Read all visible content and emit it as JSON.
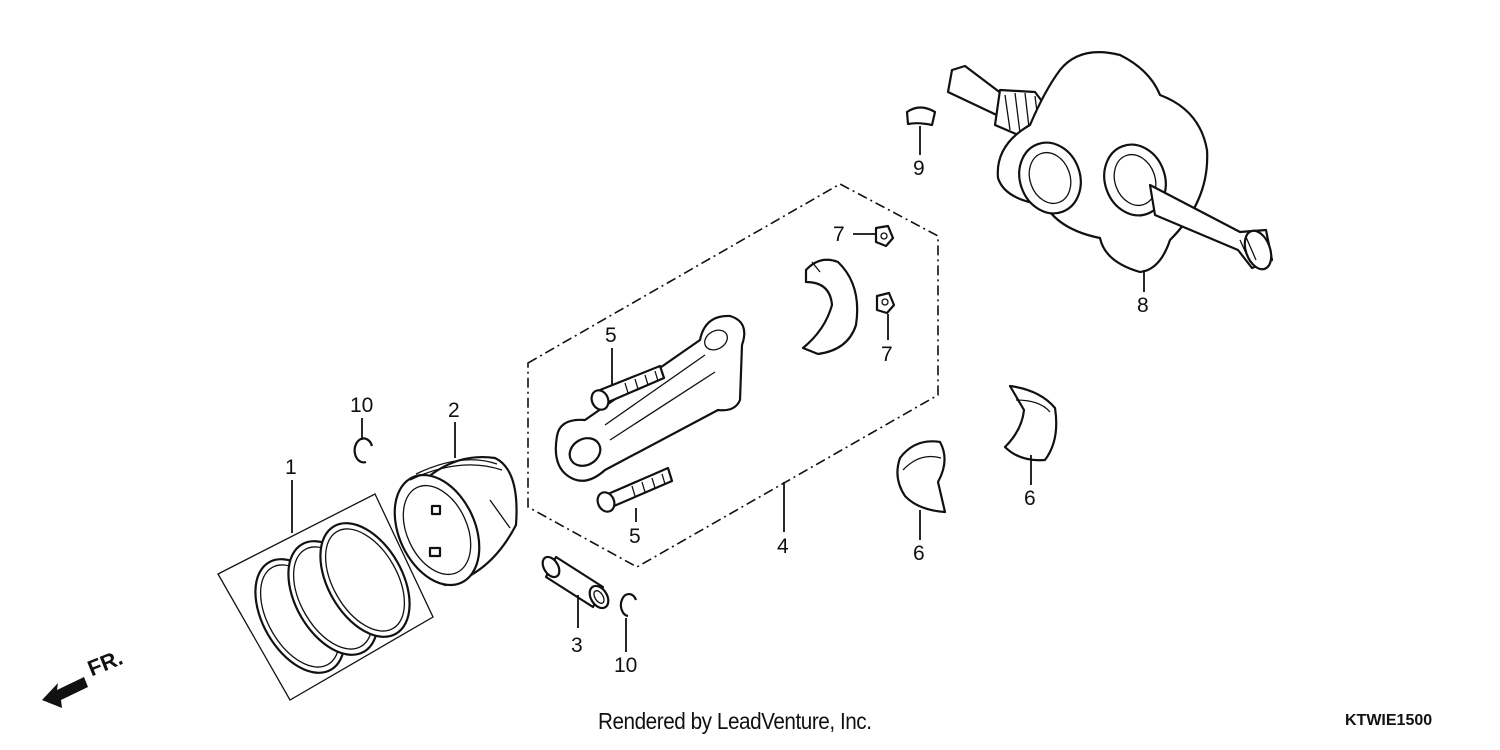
{
  "labels": {
    "l1": "1",
    "l2": "2",
    "l3": "3",
    "l4": "4",
    "l5a": "5",
    "l5b": "5",
    "l6a": "6",
    "l6b": "6",
    "l7a": "7",
    "l7b": "7",
    "l8": "8",
    "l9": "9",
    "l10a": "10",
    "l10b": "10"
  },
  "direction": "FR.",
  "credit": "Rendered by LeadVenture, Inc.",
  "diagram_code": "KTWIE1500"
}
